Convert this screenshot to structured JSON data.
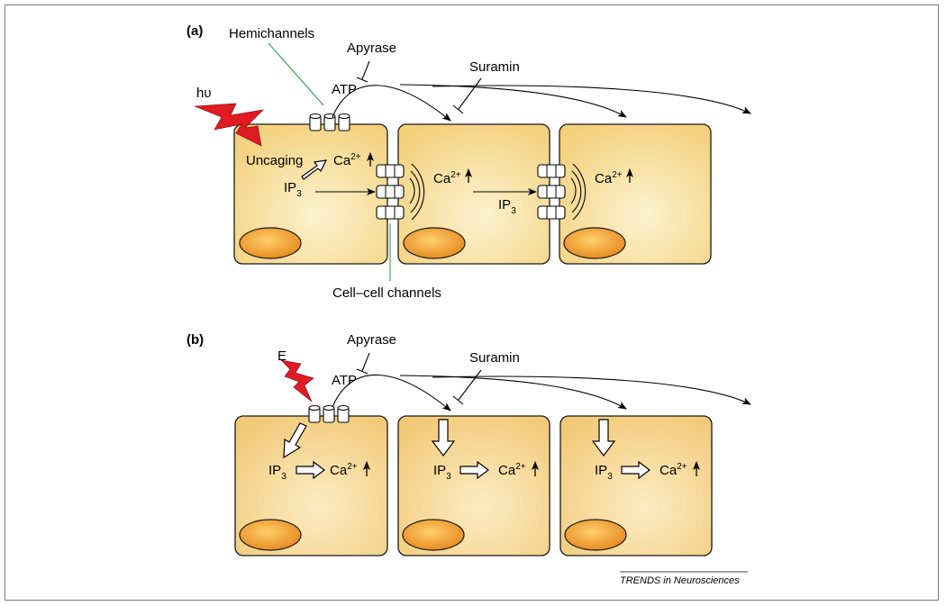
{
  "panels": {
    "a": {
      "label": "(a)",
      "hemichannels": "Hemichannels",
      "apyrase": "Apyrase",
      "suramin": "Suramin",
      "atp": "ATP",
      "stimulus": "hυ",
      "uncaging": "Uncaging",
      "ip3_main": "IP",
      "ip3_sub": "3",
      "ca_main": "Ca",
      "ca_sup": "2+",
      "cell_cell_channels": "Cell–cell channels"
    },
    "b": {
      "label": "(b)",
      "apyrase": "Apyrase",
      "suramin": "Suramin",
      "atp": "ATP",
      "stimulus": "E",
      "ip3_main": "IP",
      "ip3_sub": "3",
      "ca_main": "Ca",
      "ca_sup": "2+"
    }
  },
  "footer": "TRENDS in Neurosciences",
  "colors": {
    "cell_fill": "#f7dc8f",
    "cell_fill_light": "#fdf2cf",
    "nucleus": "#f0a53c",
    "bolt": "#e01b24",
    "leader_line": "#2aa046"
  }
}
